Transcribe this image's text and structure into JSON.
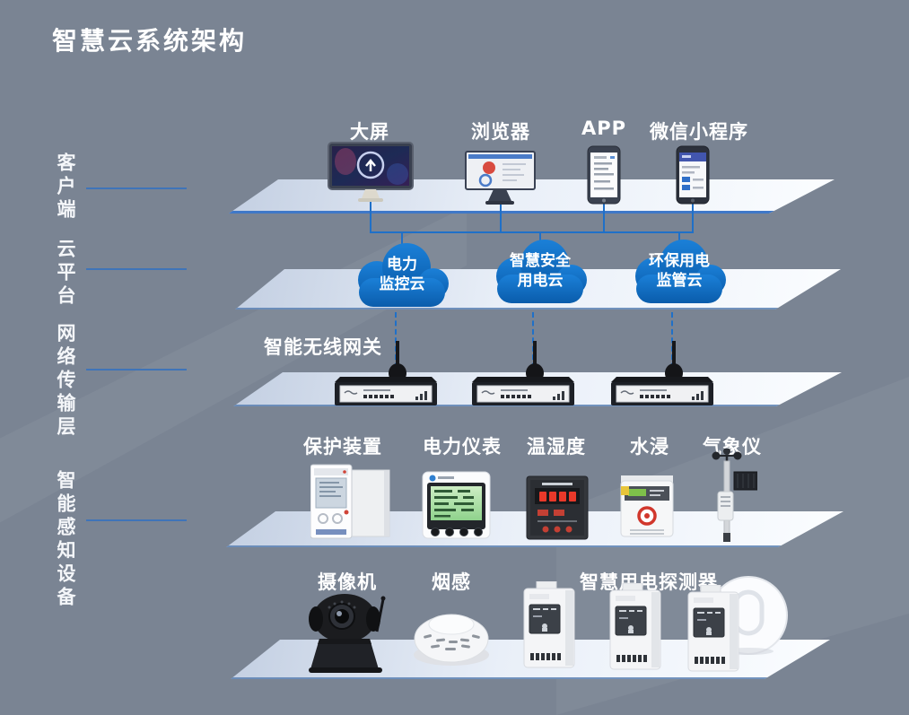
{
  "title": "智慧云系统架构",
  "colors": {
    "background": "#7a8493",
    "accent_line": "#1f70c8",
    "cloud_blue": "#0f68bc",
    "platform_light": "#eef3fa",
    "side_line": "#3f74b8"
  },
  "side_labels": [
    {
      "label": "客户端"
    },
    {
      "label": "云平台"
    },
    {
      "label": "网络传输层"
    },
    {
      "label": "智能感知设备"
    }
  ],
  "client_layer": {
    "devices": [
      {
        "label": "大屏"
      },
      {
        "label": "浏览器"
      },
      {
        "label": "APP"
      },
      {
        "label": "微信小程序"
      }
    ]
  },
  "cloud_layer": {
    "clouds": [
      {
        "line1": "电力",
        "line2": "监控云"
      },
      {
        "line1": "智慧安全",
        "line2": "用电云"
      },
      {
        "line1": "环保用电",
        "line2": "监管云"
      }
    ]
  },
  "network_layer": {
    "gateway_label": "智能无线网关"
  },
  "sensing_layer": {
    "labels": [
      {
        "label": "保护装置"
      },
      {
        "label": "电力仪表"
      },
      {
        "label": "温湿度"
      },
      {
        "label": "水浸"
      },
      {
        "label": "气象仪"
      }
    ]
  },
  "device_layer": {
    "labels": [
      {
        "label": "摄像机"
      },
      {
        "label": "烟感"
      },
      {
        "label": "智慧用电探测器"
      }
    ]
  }
}
